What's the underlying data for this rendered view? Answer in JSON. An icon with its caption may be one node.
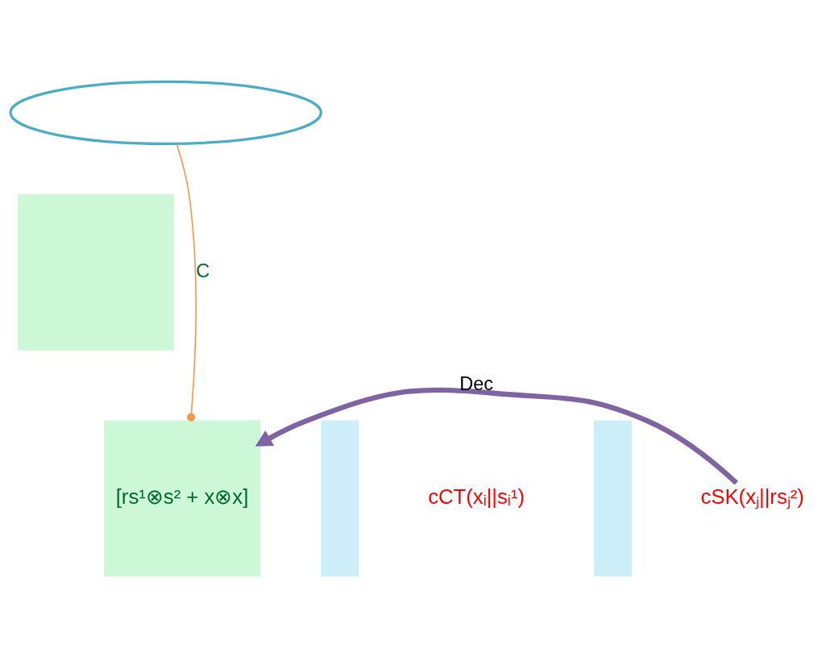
{
  "diagram": {
    "nodes": [
      {
        "text": [],
        "shape": "ellipse"
      },
      {
        "text": [],
        "shape": "box"
      },
      {
        "text": [
          "[rs¹⊗s² + x⊗x]"
        ]
      },
      {
        "text": [],
        "shape": "bar"
      },
      {
        "text": [],
        "shape": "bar"
      },
      {
        "text": [
          "cCT(xᵢ||sᵢ¹)"
        ]
      },
      {
        "text": [
          "cSK(xⱼ||rsⱼ²)"
        ]
      }
    ],
    "edges": [
      {
        "from": 0,
        "to": 2,
        "arrow": "other",
        "label": "C",
        "color": "#f79646"
      },
      {
        "from": 6,
        "to": 2,
        "arrow": "to",
        "label": "Dec",
        "style": "thick",
        "color": "#8064a2"
      }
    ]
  }
}
